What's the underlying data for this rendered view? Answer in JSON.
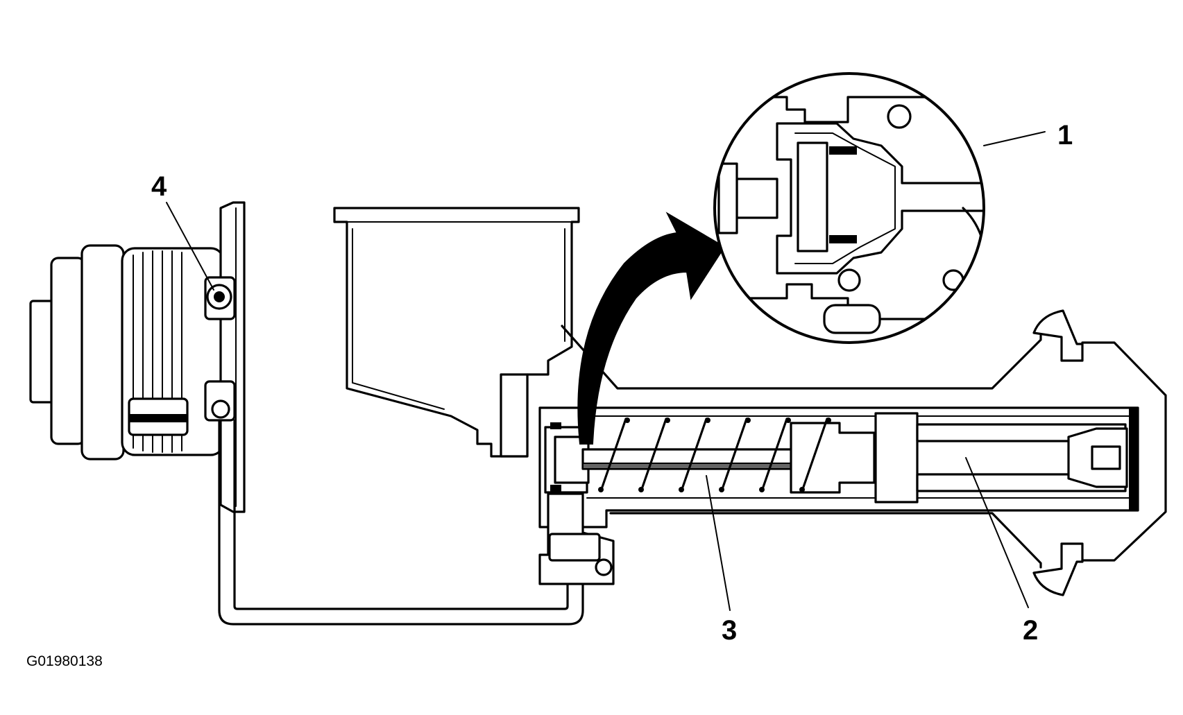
{
  "figure": {
    "code": "G01980138",
    "callouts": [
      {
        "id": "1",
        "label": "1"
      },
      {
        "id": "2",
        "label": "2"
      },
      {
        "id": "3",
        "label": "3"
      },
      {
        "id": "4",
        "label": "4"
      }
    ]
  }
}
